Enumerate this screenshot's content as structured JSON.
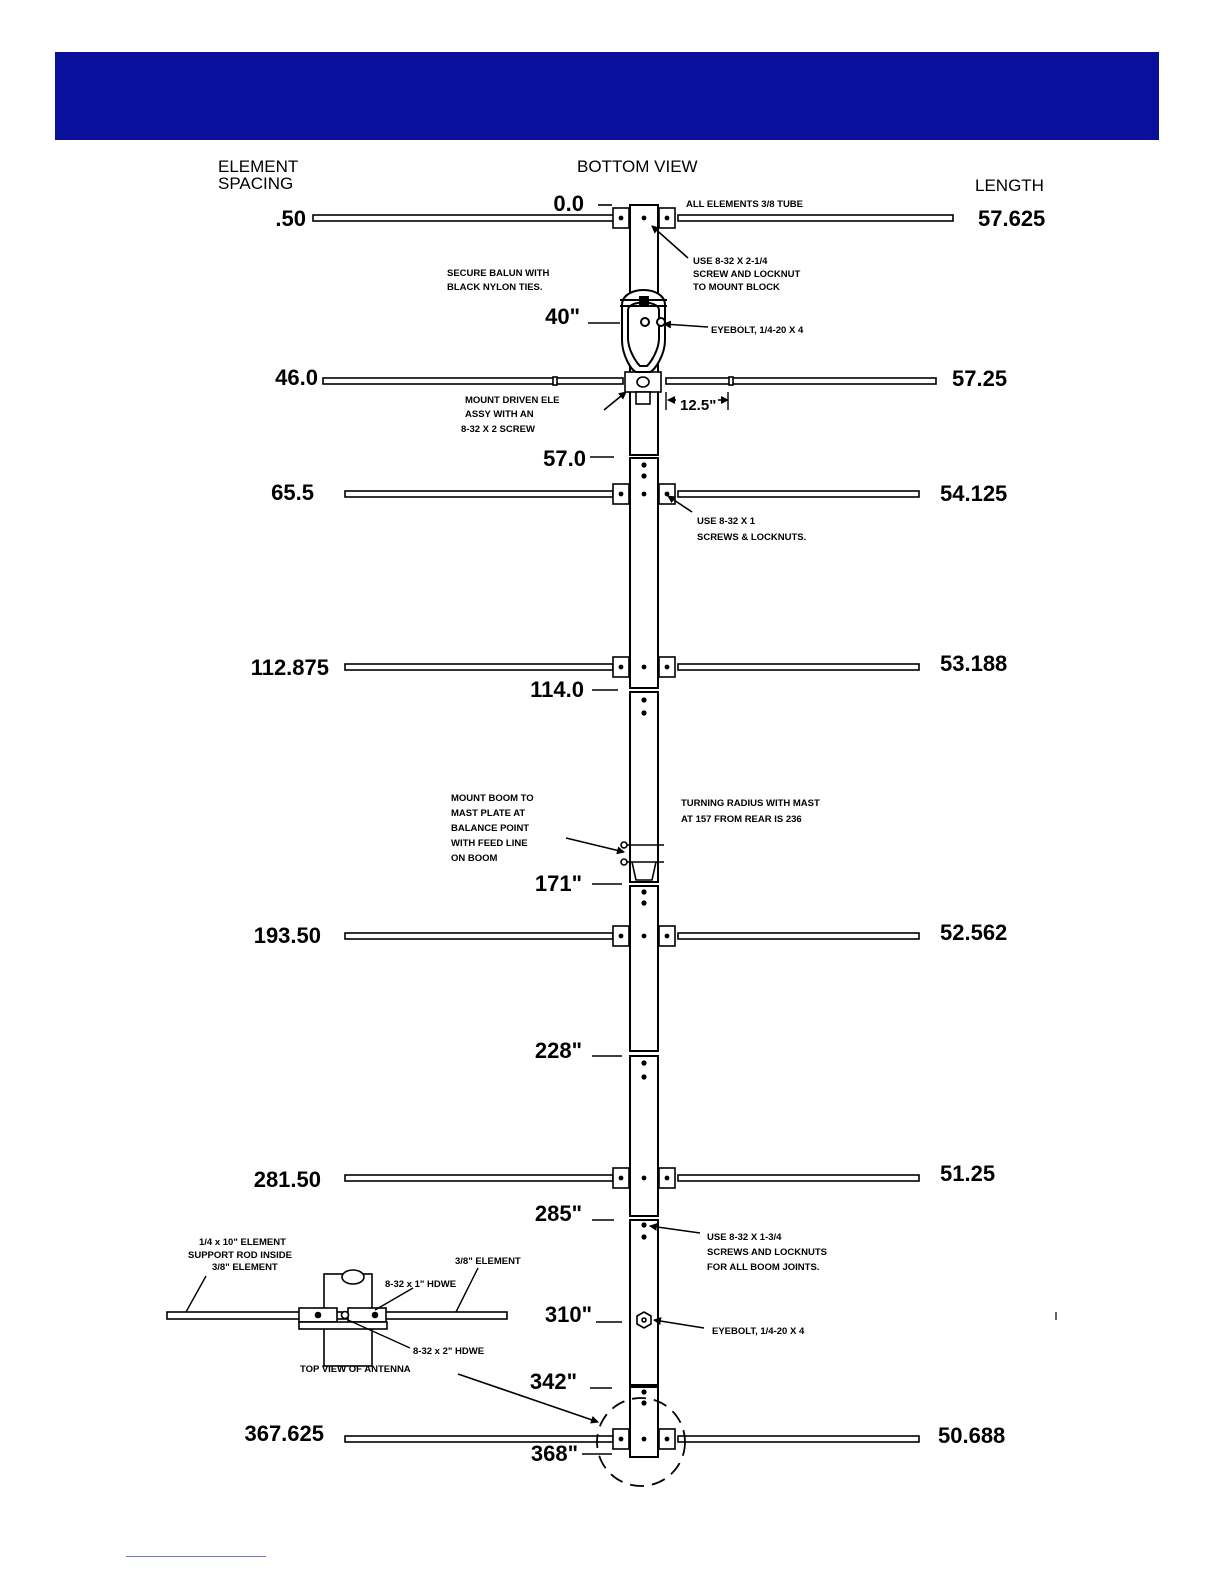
{
  "headers": {
    "element_spacing_line1": "ELEMENT",
    "element_spacing_line2": "SPACING",
    "view": "BOTTOM VIEW",
    "length": "LENGTH"
  },
  "elements": [
    {
      "spacing": ".50",
      "length": "57.625",
      "station": "0.0"
    },
    {
      "spacing": "46.0",
      "length": "57.25",
      "station": "40\""
    },
    {
      "spacing": "65.5",
      "length": "54.125",
      "station": "57.0"
    },
    {
      "spacing": "112.875",
      "length": "53.188",
      "station": "114.0"
    },
    {
      "spacing": "193.50",
      "length": "52.562",
      "station": "171\""
    },
    {
      "spacing": "281.50",
      "length": "51.25",
      "station": "228\""
    },
    {
      "spacing": "367.625",
      "length": "50.688",
      "station": "285\""
    }
  ],
  "stations_extra": [
    "310\"",
    "342\"",
    "368\""
  ],
  "dimension": "12.5\"",
  "notes": {
    "all_elements": "ALL ELEMENTS 3/8  TUBE",
    "use_2_14_l1": "USE 8-32 X 2-1/4",
    "use_2_14_l2": "SCREW AND LOCKNUT",
    "use_2_14_l3": "TO MOUNT BLOCK",
    "secure_l1": "SECURE BALUN WITH",
    "secure_l2": "BLACK NYLON TIES.",
    "eyebolt_top": "EYEBOLT, 1/4-20 X 4",
    "driven_l1": "MOUNT DRIVEN ELE",
    "driven_l2": "ASSY WITH    AN",
    "driven_l3": "8-32 X 2  SCREW",
    "use_1_l1": "USE 8-32 X 1",
    "use_1_l2": "SCREWS & LOCKNUTS.",
    "mount_l1": "MOUNT BOOM TO",
    "mount_l2": "MAST PLATE AT",
    "mount_l3": "BALANCE POINT",
    "mount_l4": "WITH FEED LINE",
    "mount_l5": "ON BOOM",
    "turning_l1": "TURNING RADIUS WITH MAST",
    "turning_l2": "AT 157  FROM REAR IS 236",
    "use_134_l1": "USE 8-32 X 1-3/4",
    "use_134_l2": "SCREWS AND LOCKNUTS",
    "use_134_l3": "FOR ALL BOOM JOINTS.",
    "eyebolt_bottom": "EYEBOLT, 1/4-20 X 4",
    "support_l1": "1/4 x 10\" ELEMENT",
    "support_l2": "SUPPORT ROD INSIDE",
    "support_l3": "3/8\" ELEMENT",
    "element_38": "3/8\" ELEMENT",
    "hdwe_1": "8-32 x 1\" HDWE",
    "hdwe_2": "8-32 x 2\" HDWE",
    "top_view": "TOP VIEW OF ANTENNA"
  }
}
